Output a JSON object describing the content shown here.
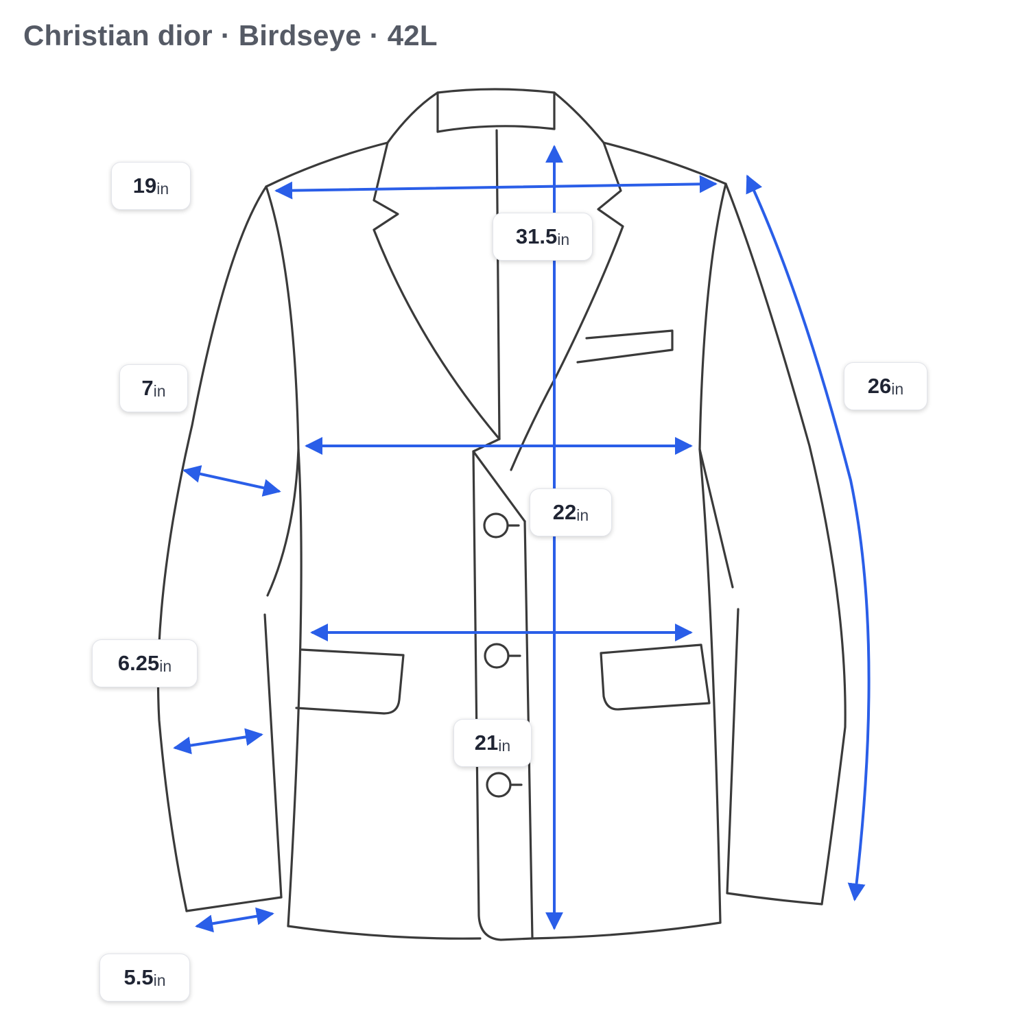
{
  "title": "Christian dior · Birdseye · 42L",
  "accent_color": "#2a5ee8",
  "outline_color": "#3a3a3a",
  "measurements": [
    {
      "id": "shoulder-width",
      "value": "19",
      "unit": "in"
    },
    {
      "id": "body-length",
      "value": "31.5",
      "unit": "in"
    },
    {
      "id": "sleeve-length",
      "value": "26",
      "unit": "in"
    },
    {
      "id": "bicep-width",
      "value": "7",
      "unit": "in"
    },
    {
      "id": "chest-width",
      "value": "22",
      "unit": "in"
    },
    {
      "id": "forearm-width",
      "value": "6.25",
      "unit": "in"
    },
    {
      "id": "waist-width",
      "value": "21",
      "unit": "in"
    },
    {
      "id": "cuff-width",
      "value": "5.5",
      "unit": "in"
    }
  ]
}
